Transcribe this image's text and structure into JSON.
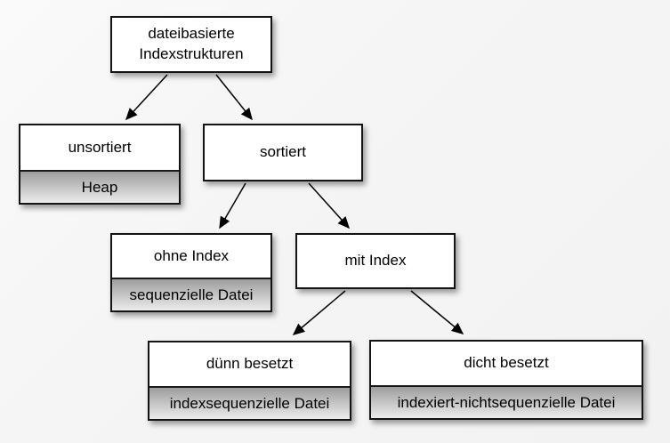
{
  "diagram": {
    "type": "tree",
    "language": "de",
    "colors": {
      "background": "#f6f6f6",
      "box_fill": "#ffffff",
      "box_border": "#141414",
      "sub_gradient_top": "#9d9d9d",
      "sub_gradient_bottom": "#ececec",
      "edge": "#000000",
      "text": "#000000"
    },
    "nodes": {
      "root": {
        "label": "dateibasierte Indexstrukturen"
      },
      "unsortiert": {
        "label": "unsortiert",
        "sublabel": "Heap"
      },
      "sortiert": {
        "label": "sortiert"
      },
      "ohne_index": {
        "label": "ohne Index",
        "sublabel": "sequenzielle Datei"
      },
      "mit_index": {
        "label": "mit Index"
      },
      "duenn_besetzt": {
        "label": "dünn besetzt",
        "sublabel": "indexsequenzielle Datei"
      },
      "dicht_besetzt": {
        "label": "dicht besetzt",
        "sublabel": "indexiert-nichtsequenzielle Datei"
      }
    },
    "edges": [
      {
        "from": "root",
        "to": "unsortiert"
      },
      {
        "from": "root",
        "to": "sortiert"
      },
      {
        "from": "sortiert",
        "to": "ohne_index"
      },
      {
        "from": "sortiert",
        "to": "mit_index"
      },
      {
        "from": "mit_index",
        "to": "duenn_besetzt"
      },
      {
        "from": "mit_index",
        "to": "dicht_besetzt"
      }
    ]
  }
}
